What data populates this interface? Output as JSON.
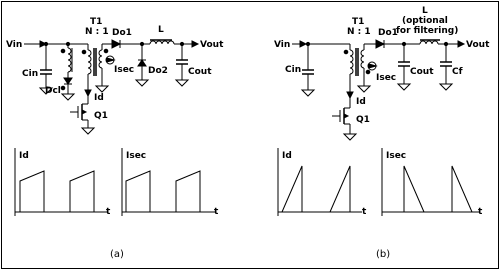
{
  "circuit_a": {
    "vin": "Vin",
    "vout": "Vout",
    "t1": "T1",
    "ratio": "N : 1",
    "do1": "Do1",
    "do2": "Do2",
    "l": "L",
    "cin": "Cin",
    "dcl": "Dcl",
    "isec": "Isec",
    "id": "Id",
    "q1": "Q1",
    "cout": "Cout",
    "caption": "(a)"
  },
  "circuit_b": {
    "vin": "Vin",
    "vout": "Vout",
    "t1": "T1",
    "ratio": "N : 1",
    "do1": "Do1",
    "l": "L",
    "l_note1": "(optional",
    "l_note2": "for filtering)",
    "cin": "Cin",
    "isec": "Isec",
    "id": "Id",
    "q1": "Q1",
    "cout": "Cout",
    "cf": "Cf",
    "caption": "(b)"
  },
  "waveforms": {
    "a_id": "Id",
    "a_isec": "Isec",
    "b_id": "Id",
    "b_isec": "Isec",
    "t": "t"
  }
}
